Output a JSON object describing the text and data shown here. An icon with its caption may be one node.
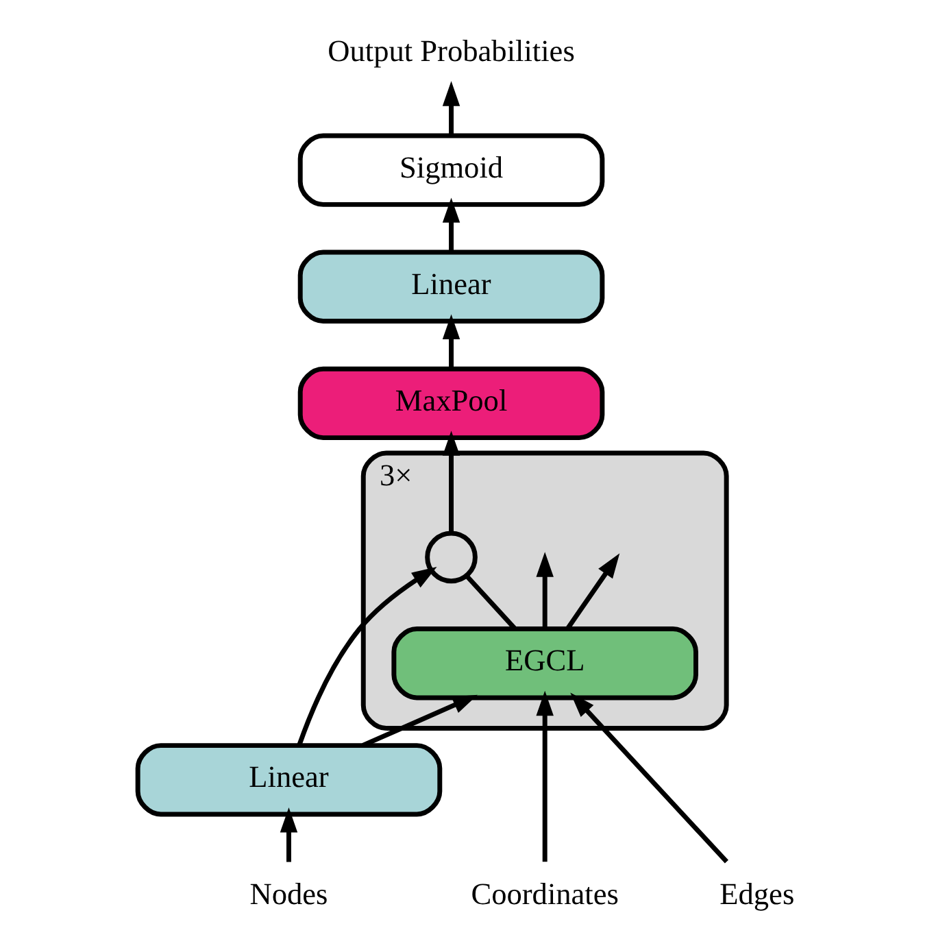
{
  "diagram": {
    "nodes": [
      {
        "text": [
          "Output Probabilities"
        ]
      },
      {
        "text": [
          "Sigmoid"
        ]
      },
      {
        "text": [
          "Linear"
        ]
      },
      {
        "text": [
          "MaxPool"
        ]
      },
      {
        "text": [],
        "shape": "box",
        "beside": [
          "3×"
        ]
      },
      {
        "text": [],
        "shape": "circle",
        "in": 4
      },
      {
        "text": [
          "EGCL"
        ],
        "in": 4
      },
      {
        "text": [
          "Linear"
        ]
      },
      {
        "text": [
          "Nodes"
        ]
      },
      {
        "text": [
          "Coordinates"
        ]
      },
      {
        "text": [
          "Edges"
        ]
      }
    ],
    "edges": [
      {
        "from": 8,
        "to": 7,
        "arrow": "to"
      },
      {
        "from": 7,
        "to": 6,
        "arrow": "to"
      },
      {
        "from": 7,
        "to": 5,
        "arrow": "to"
      },
      {
        "from": 6,
        "to": 5,
        "arrow": "none"
      },
      {
        "from": 5,
        "to": 3,
        "arrow": "to"
      },
      {
        "from": 3,
        "to": 2,
        "arrow": "to"
      },
      {
        "from": 2,
        "to": 1,
        "arrow": "to"
      },
      {
        "from": 1,
        "to": 0,
        "arrow": "to"
      },
      {
        "from": 9,
        "to": 6,
        "arrow": "to"
      },
      {
        "from": 10,
        "to": 6,
        "arrow": "to"
      },
      {
        "from": 6,
        "to": null,
        "arrow": "to"
      },
      {
        "from": 6,
        "to": null,
        "arrow": "to"
      }
    ]
  }
}
